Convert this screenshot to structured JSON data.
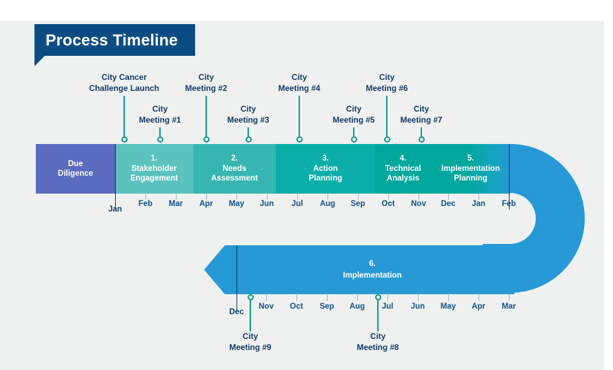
{
  "title": "Process Timeline",
  "colors": {
    "background": "#eff1f0",
    "banner": "#0b4d82",
    "due_diligence": "#5b6bbf",
    "phase1": "#5bc2bd",
    "phase2": "#37b6b1",
    "phase3": "#0aada7",
    "phase4": "#00a79d",
    "phase5_start": "#00a79d",
    "phase5_end": "#2699d6",
    "implementation": "#2699d6",
    "label_text": "#123a66",
    "month_text": "#12508a",
    "connector": "#12968b"
  },
  "phases": [
    {
      "number": "",
      "name": "Due\nDiligence",
      "color": "#5b6bbf",
      "width": 115
    },
    {
      "number": "1.",
      "name": "Stakeholder\nEngagement",
      "color": "#5bc2bd",
      "width": 113
    },
    {
      "number": "2.",
      "name": "Needs\nAssessment",
      "color": "#37b6b1",
      "width": 120
    },
    {
      "number": "3.",
      "name": "Action\nPlanning",
      "color": "#0aada7",
      "width": 144
    },
    {
      "number": "4.",
      "name": "Technical\nAnalysis",
      "color": "#00a79d",
      "width": 81
    },
    {
      "number": "5.",
      "name": "Implementation\nPlanning",
      "color": "#00a79d",
      "width": 115
    }
  ],
  "phase_bottom": {
    "number": "6.",
    "name": "Implementation"
  },
  "months_top": [
    "Jan",
    "Feb",
    "Mar",
    "Apr",
    "May",
    "Jun",
    "Jul",
    "Aug",
    "Sep",
    "Oct",
    "Nov",
    "Dec",
    "Jan",
    "Feb"
  ],
  "months_bottom": [
    "Dec",
    "Nov",
    "Oct",
    "Sep",
    "Aug",
    "Jul",
    "Jun",
    "May",
    "Apr",
    "Mar"
  ],
  "meetings_top": [
    {
      "label": "City Cancer\nChallenge Launch",
      "row": "upper"
    },
    {
      "label": "City\nMeeting #1",
      "row": "lower"
    },
    {
      "label": "City\nMeeting #2",
      "row": "upper"
    },
    {
      "label": "City\nMeeting #3",
      "row": "lower"
    },
    {
      "label": "City\nMeeting #4",
      "row": "upper"
    },
    {
      "label": "City\nMeeting #5",
      "row": "lower"
    },
    {
      "label": "City\nMeeting #6",
      "row": "upper"
    },
    {
      "label": "City\nMeeting #7",
      "row": "lower"
    }
  ],
  "meetings_bottom": [
    {
      "label": "City\nMeeting #9"
    },
    {
      "label": "City\nMeeting #8"
    }
  ]
}
